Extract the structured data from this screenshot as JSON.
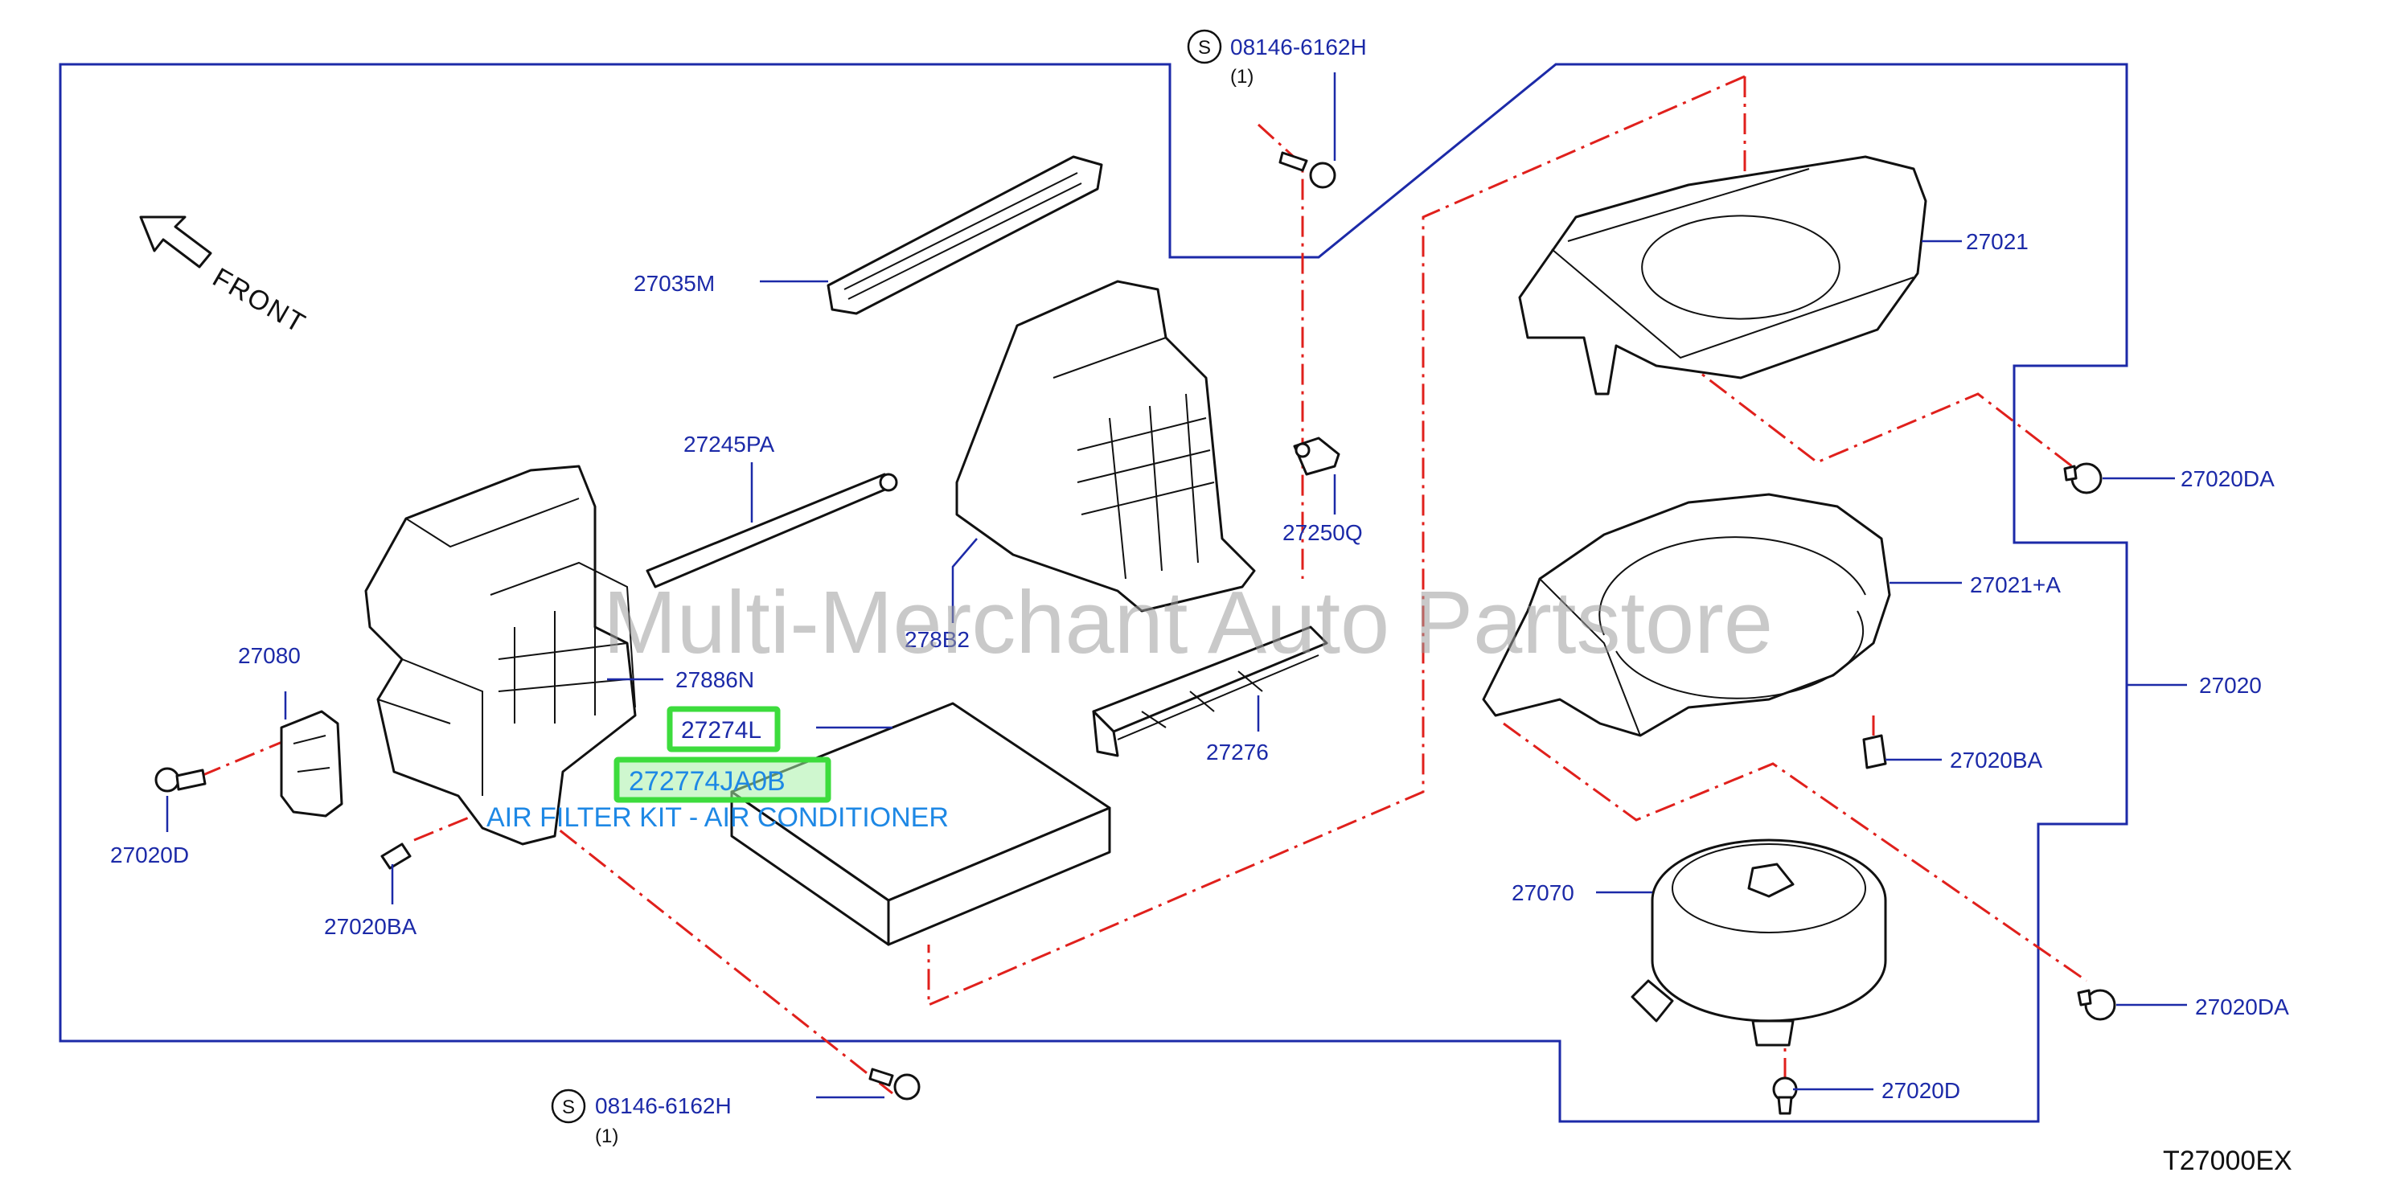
{
  "diagram": {
    "front_label": "FRONT",
    "drawing_code": "T27000EX",
    "watermark": "Multi-Merchant Auto Partstore",
    "screw_marker_symbol": "S",
    "parts": {
      "p27035M": "27035M",
      "p27245PA": "27245PA",
      "p27080": "27080",
      "p27020D_left": "27020D",
      "p27020BA_left": "27020BA",
      "p27886N": "27886N",
      "p27274L": "27274L",
      "p272774JA0B": "272774JA0B",
      "p278B2": "278B2",
      "p27276": "27276",
      "p27250Q": "27250Q",
      "p27021": "27021",
      "p27020DA_top": "27020DA",
      "p27021A": "27021+A",
      "p27020": "27020",
      "p27020BA_right": "27020BA",
      "p27070": "27070",
      "p27020DA_bottom": "27020DA",
      "p27020D_bottom": "27020D",
      "screw_top": "08146-6162H",
      "screw_top_qty": "(1)",
      "screw_bottom": "08146-6162H",
      "screw_bottom_qty": "(1)"
    },
    "highlight_caption": "AIR FILTER KIT - AIR CONDITIONER",
    "colors": {
      "callout_blue": "#1c2aa8",
      "dash_red": "#e0201c",
      "highlight_green": "#3ddc3d",
      "caption_blue": "#1e88e5"
    }
  }
}
